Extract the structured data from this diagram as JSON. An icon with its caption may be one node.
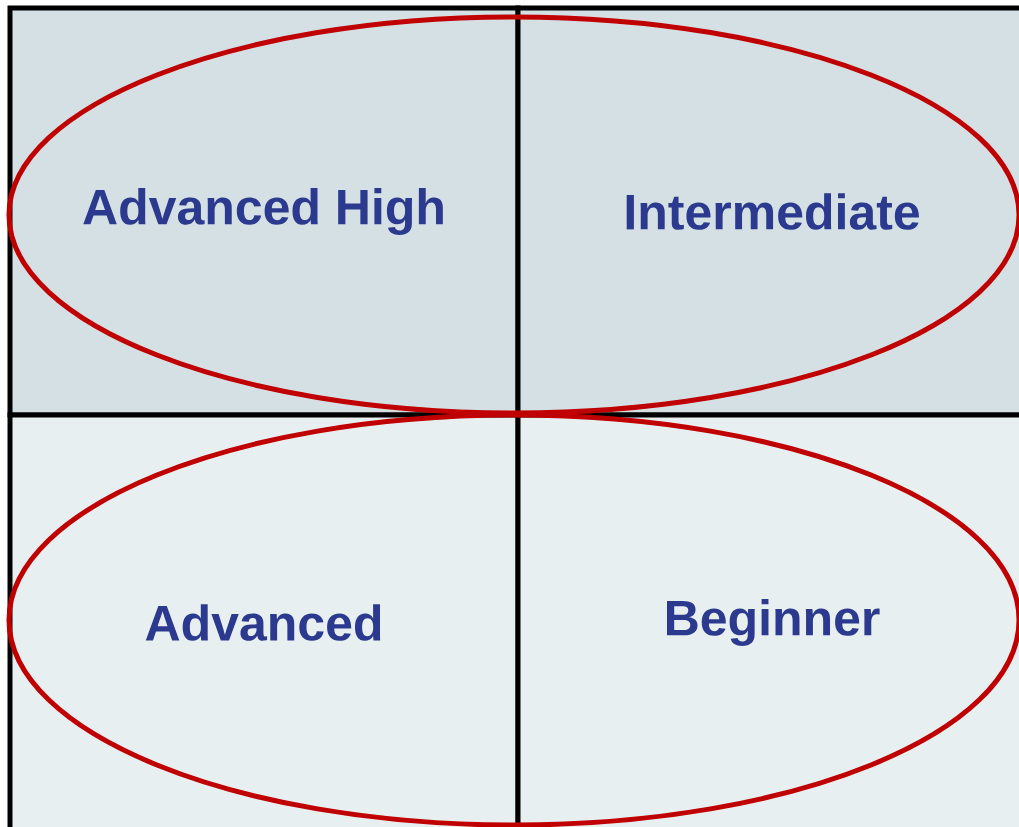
{
  "diagram": {
    "nodes": [
      {
        "text": [
          "Advanced High"
        ]
      },
      {
        "text": [
          "Intermediate"
        ]
      },
      {
        "text": [
          "Advanced"
        ]
      },
      {
        "text": [
          "Beginner"
        ]
      }
    ]
  }
}
